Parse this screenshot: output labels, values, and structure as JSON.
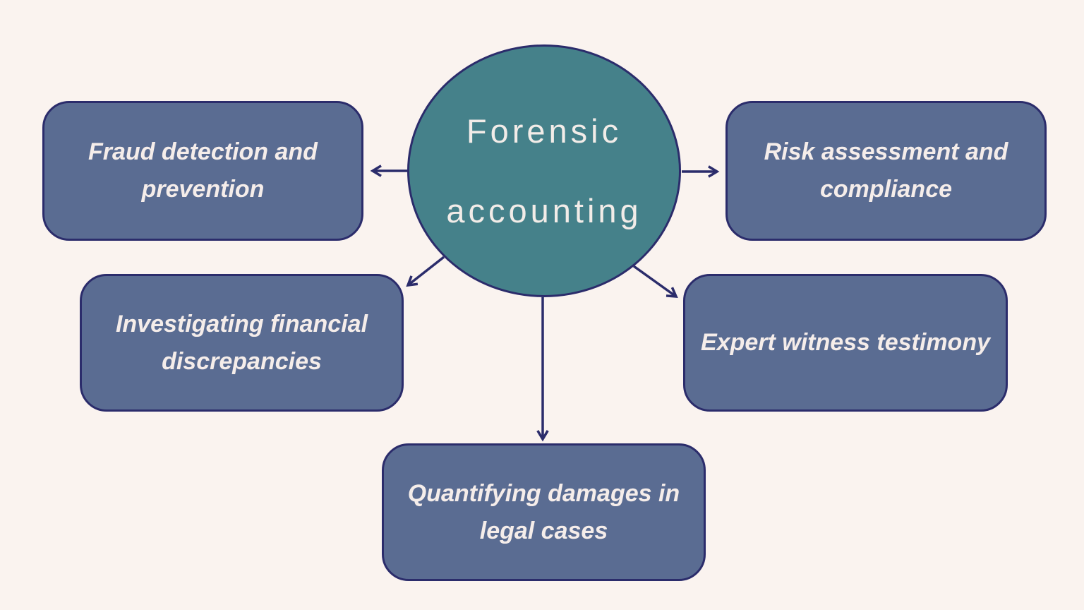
{
  "diagram": {
    "title": "Forensic accounting mind map",
    "center": {
      "id": "forensic-accounting",
      "label": "Forensic accounting",
      "label_lines": [
        "Forensic",
        "accounting"
      ]
    },
    "nodes": [
      {
        "id": "fraud",
        "label": "Fraud detection and prevention",
        "lines": [
          "Fraud detection and",
          "prevention"
        ]
      },
      {
        "id": "risk",
        "label": "Risk assessment and compliance",
        "lines": [
          "Risk assessment and",
          "compliance"
        ]
      },
      {
        "id": "investigating",
        "label": "Investigating financial discrepancies",
        "lines": [
          "Investigating financial",
          "discrepancies"
        ]
      },
      {
        "id": "expert",
        "label": "Expert witness testimony",
        "lines": [
          "Expert witness testimony",
          ""
        ]
      },
      {
        "id": "quantifying",
        "label": "Quantifying damages in legal cases",
        "lines": [
          "Quantifying damages in",
          "legal cases"
        ]
      }
    ],
    "connections": [
      {
        "from": "forensic-accounting",
        "to": "fraud"
      },
      {
        "from": "forensic-accounting",
        "to": "risk"
      },
      {
        "from": "forensic-accounting",
        "to": "investigating"
      },
      {
        "from": "forensic-accounting",
        "to": "expert"
      },
      {
        "from": "forensic-accounting",
        "to": "quantifying"
      }
    ],
    "colors": {
      "background": "#faf3ef",
      "node_fill": "#5a6c92",
      "node_border": "#2b2c6b",
      "center_fill": "#45818a",
      "arrow": "#2b2c6b",
      "text": "#f5edea"
    }
  }
}
